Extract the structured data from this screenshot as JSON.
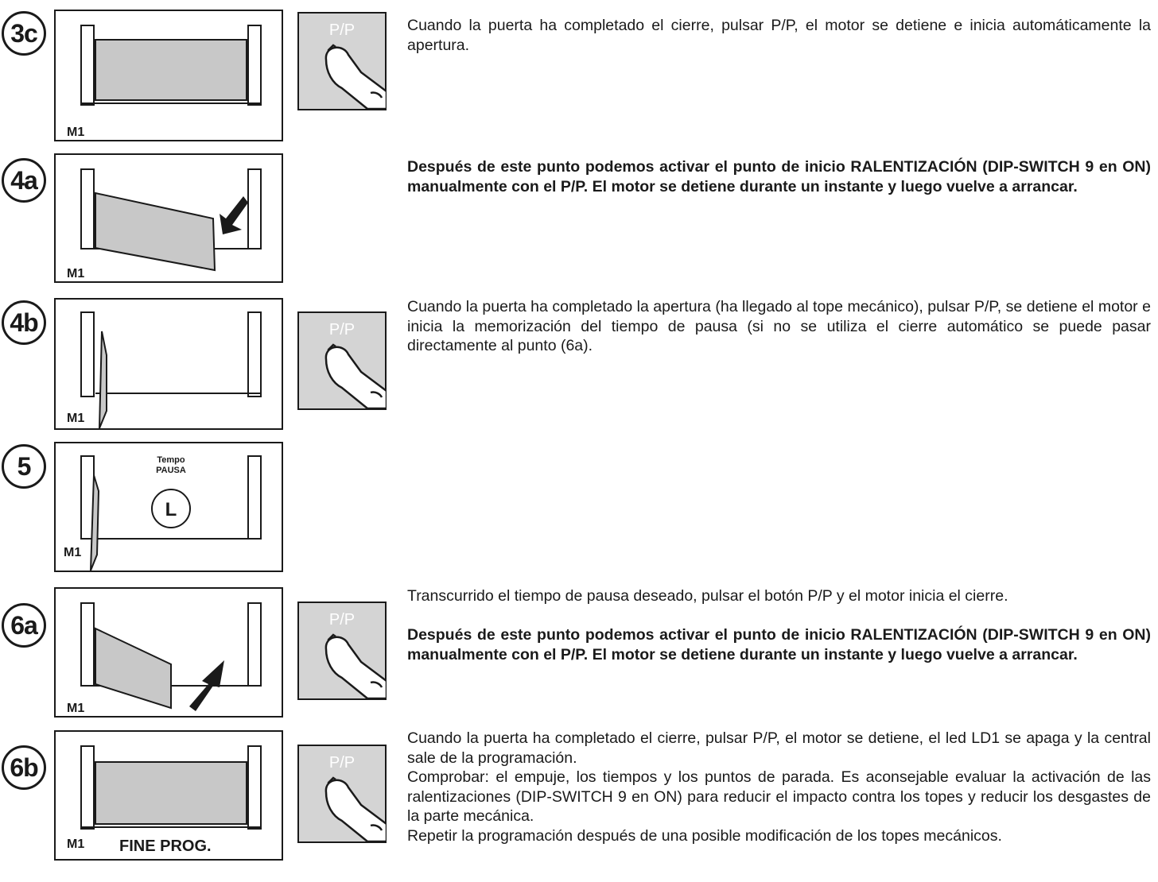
{
  "steps": {
    "s3c": {
      "badge": "3c",
      "motor": "M1",
      "text": "Cuando la puerta ha completado el cierre, pulsar P/P, el motor se detiene e inicia automáticamente la apertura."
    },
    "s4a": {
      "badge": "4a",
      "motor": "M1",
      "text": "Después de este punto podemos activar el punto de inicio RALENTIZACIÓN (DIP-SWITCH 9 en ON) manualmente con el P/P. El motor se detiene durante un instante y luego vuelve a arrancar."
    },
    "s4b": {
      "badge": "4b",
      "motor": "M1",
      "text": "Cuando la puerta ha completado la apertura (ha llegado al tope mecánico), pulsar P/P, se detiene el motor e inicia la memorización del tiempo de pausa (si no se utiliza el cierre automático se puede pasar directamente al punto (6a)."
    },
    "s5": {
      "badge": "5",
      "motor": "M1",
      "timer_line1": "Tempo",
      "timer_line2": "PAUSA",
      "clock_letter": "L"
    },
    "s6a": {
      "badge": "6a",
      "motor": "M1",
      "text1": "Transcurrido el tiempo de pausa deseado, pulsar el botón P/P y el motor inicia el cierre.",
      "text2": "Después de este punto podemos activar el punto de inicio RALENTIZACIÓN (DIP-SWITCH 9 en ON) manualmente con el P/P. El motor se detiene durante un instante y luego vuelve a arrancar."
    },
    "s6b": {
      "badge": "6b",
      "motor": "M1",
      "fine": "FINE PROG.",
      "text1": "Cuando la puerta ha completado el cierre, pulsar P/P, el motor se detiene, el led LD1 se apaga y la central sale de la programación.",
      "text2": "Comprobar: el empuje, los tiempos y los puntos de parada. Es aconsejable evaluar la activación de las ralentizaciones (DIP-SWITCH 9 en ON) para reducir el impacto contra los topes y reducir los desgastes de la parte mecánica.",
      "text3": "Repetir la programación después de una posible modificación de los topes mecánicos."
    }
  },
  "pp_label": "P/P",
  "colors": {
    "leaf_fill": "#c8c8c8",
    "button_bg": "#d4d4d4",
    "ink": "#1a1a1a"
  },
  "icons": [
    "clock-icon",
    "arrow-icon",
    "finger-press-icon"
  ]
}
